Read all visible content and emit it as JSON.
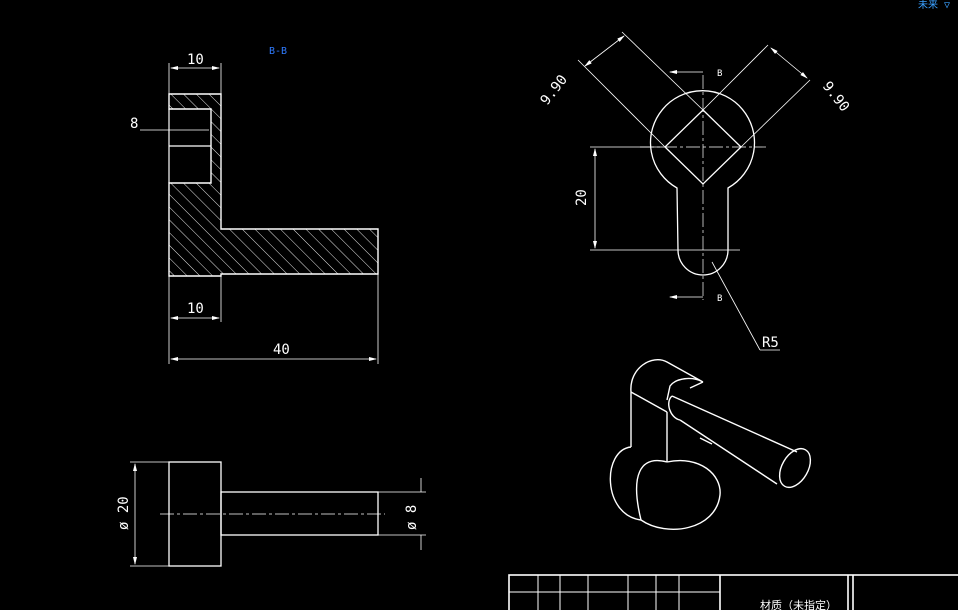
{
  "colors": {
    "background": "#000000",
    "geometry": "#ffffff",
    "dimension": "#ffffff",
    "section_label": "#2f7bff",
    "viewcube_label": "#3aa0ff"
  },
  "section_view": {
    "label": "B-B",
    "dim_top": "10",
    "dim_left": "8",
    "dim_bottom": "10",
    "dim_overall": "40"
  },
  "top_view": {
    "section_mark_top": "B",
    "section_mark_bottom": "B",
    "dim_left_angled": "9.90",
    "dim_right_angled": "9.90",
    "dim_vertical": "20",
    "dim_radius": "R5"
  },
  "front_view": {
    "dim_left_diameter": "ø 20",
    "dim_right_diameter": "ø 8"
  },
  "title_block": {
    "material_label": "材质（未指定）"
  },
  "viewcube": {
    "label": "未来 ▽"
  }
}
